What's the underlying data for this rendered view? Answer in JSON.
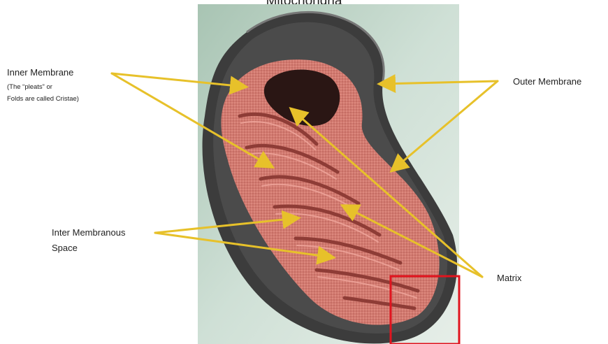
{
  "title": "Mitochondria",
  "labels": {
    "inner_membrane": "Inner Membrane",
    "inner_note_1": "(The “pleats” or",
    "inner_note_2": "Folds are called Cristae)",
    "outer_membrane": "Outer Membrane",
    "inter_membranous_1": "Inter Membranous",
    "inter_membranous_2": "Space",
    "matrix": "Matrix"
  },
  "colors": {
    "arrow": "#e7c12a",
    "highlight_box": "#e0141e",
    "background_photo": "#c9dccf",
    "outer_shell": "#3a3a3a",
    "tissue": "#c86a60"
  }
}
